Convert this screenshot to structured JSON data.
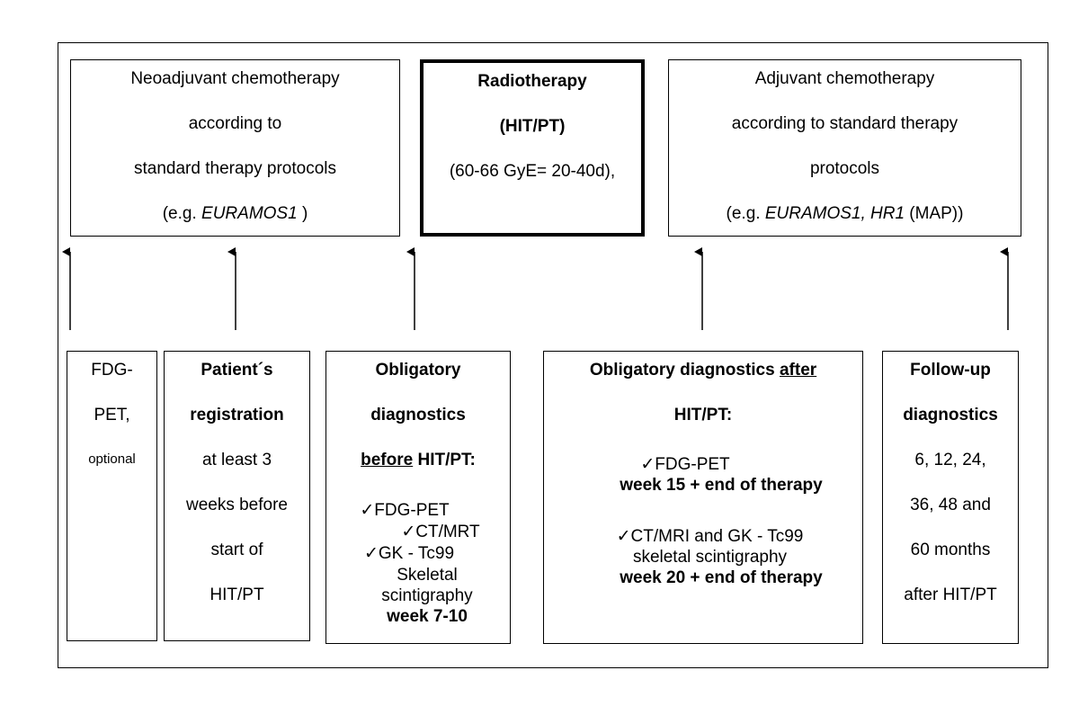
{
  "top_boxes": {
    "neoadjuvant": {
      "line1": "Neoadjuvant chemotherapy",
      "line2": "according to",
      "line3": "standard therapy protocols",
      "line4_prefix": "(e.g. ",
      "line4_italic": "EURAMOS1",
      "line4_suffix": " )"
    },
    "radiotherapy": {
      "line1": "Radiotherapy",
      "line2": "(HIT/PT)",
      "line3": "(60-66 GyE= 20-40d),"
    },
    "adjuvant": {
      "line1": "Adjuvant chemotherapy",
      "line2": "according to standard therapy",
      "line3": "protocols",
      "line4_prefix": "(e.g. ",
      "line4_italic": "EURAMOS1, HR1",
      "line4_suffix": " (MAP))"
    }
  },
  "bottom_boxes": {
    "fdg": {
      "line1": "FDG-",
      "line2": "PET,",
      "line3": "optional"
    },
    "registration": {
      "line1": "Patient´s",
      "line2": "registration",
      "line3": "at least 3",
      "line4": "weeks before",
      "line5": "start of",
      "line6": "HIT/PT"
    },
    "before": {
      "line1": "Obligatory",
      "line2": "diagnostics",
      "line3_underlined": "before",
      "line3_rest": " HIT/PT:",
      "item1": "✓FDG-PET",
      "item2": "✓CT/MRT",
      "item3": "✓GK - Tc99",
      "item4": "Skeletal",
      "item5": "scintigraphy",
      "item6": "week 7-10"
    },
    "after": {
      "line1_prefix": "Obligatory diagnostics ",
      "line1_underlined": "after",
      "line2": "HIT/PT:",
      "item1": "✓FDG-PET",
      "item2": "week 15 + end of therapy",
      "item3": "✓CT/MRI and GK - Tc99",
      "item4": "skeletal scintigraphy",
      "item5": "week 20 + end of therapy"
    },
    "followup": {
      "line1": "Follow-up",
      "line2": "diagnostics",
      "line3": "6, 12, 24,",
      "line4": "36, 48 and",
      "line5": "60 months",
      "line6": "after HIT/PT"
    }
  }
}
